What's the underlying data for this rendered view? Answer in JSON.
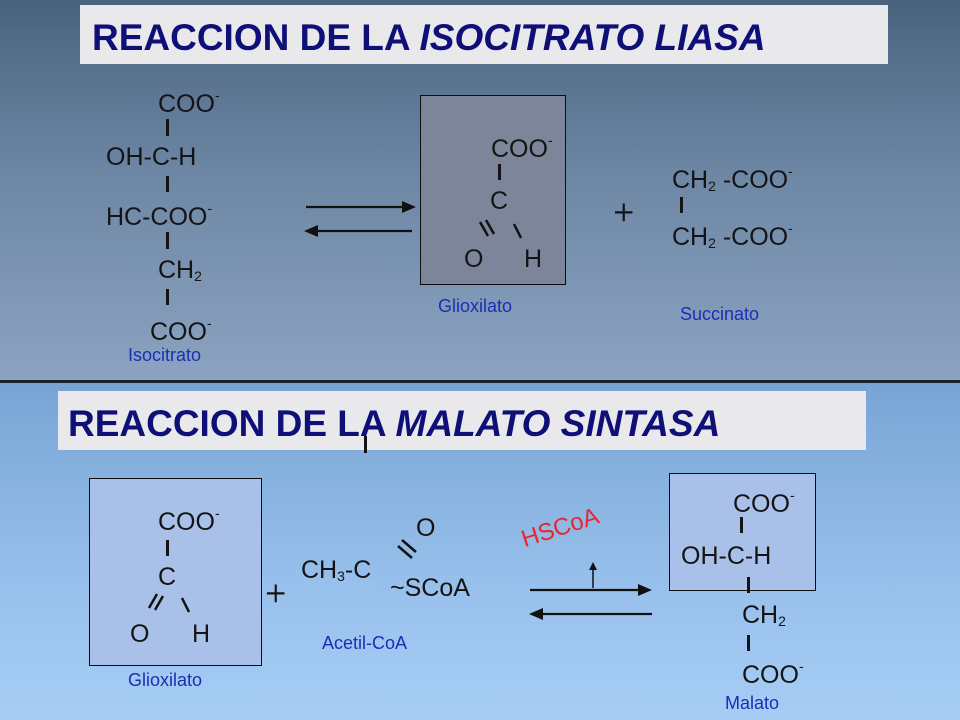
{
  "colors": {
    "title_text": "#0f0f78",
    "label_text": "#1a2fb5",
    "byproduct_text": "#e8272d",
    "top_bg": "#5b7492",
    "bottom_bg": "#98c0ec",
    "box_top": "#7d859a",
    "box_bottom": "#a9c1e8"
  },
  "section1": {
    "title_plain": "REACCION DE LA ",
    "title_italic": "ISOCITRATO LIASA",
    "isocitrato": {
      "c1": "COO",
      "c1_charge": "-",
      "c2": "OH-C-H",
      "c3": "HC-COO",
      "c3_charge": "-",
      "c4": "CH",
      "c4_sub": "2",
      "c5": "COO",
      "c5_charge": "-",
      "label": "Isocitrato"
    },
    "glioxilato": {
      "top": "COO",
      "top_charge": "-",
      "c": "C",
      "o": "O",
      "h": "H",
      "label": "Glioxilato"
    },
    "plus": "+",
    "succinato": {
      "r1_a": "CH",
      "r1_sub": "2",
      "r1_b": " -COO",
      "r1_charge": "-",
      "r2_a": "CH",
      "r2_sub": "2",
      "r2_b": " -COO",
      "r2_charge": "-",
      "label": "Succinato"
    }
  },
  "section2": {
    "title_plain": "REACCION DE LA ",
    "title_italic": "MALATO SINTASA",
    "glioxilato": {
      "top": "COO",
      "top_charge": "-",
      "c": "C",
      "o": "O",
      "h": "H",
      "label": "Glioxilato"
    },
    "plus": "+",
    "acetil": {
      "ch": "CH",
      "ch_sub": "3",
      "c": "-C",
      "o": "O",
      "scoa": "~SCoA",
      "label": "Acetil-CoA"
    },
    "byproduct": "HSCoA",
    "malato": {
      "c1": "COO",
      "c1_charge": "-",
      "c2": "OH-C-H",
      "c3": "CH",
      "c3_sub": "2",
      "c4": "COO",
      "c4_charge": "-",
      "label": "Malato"
    }
  }
}
